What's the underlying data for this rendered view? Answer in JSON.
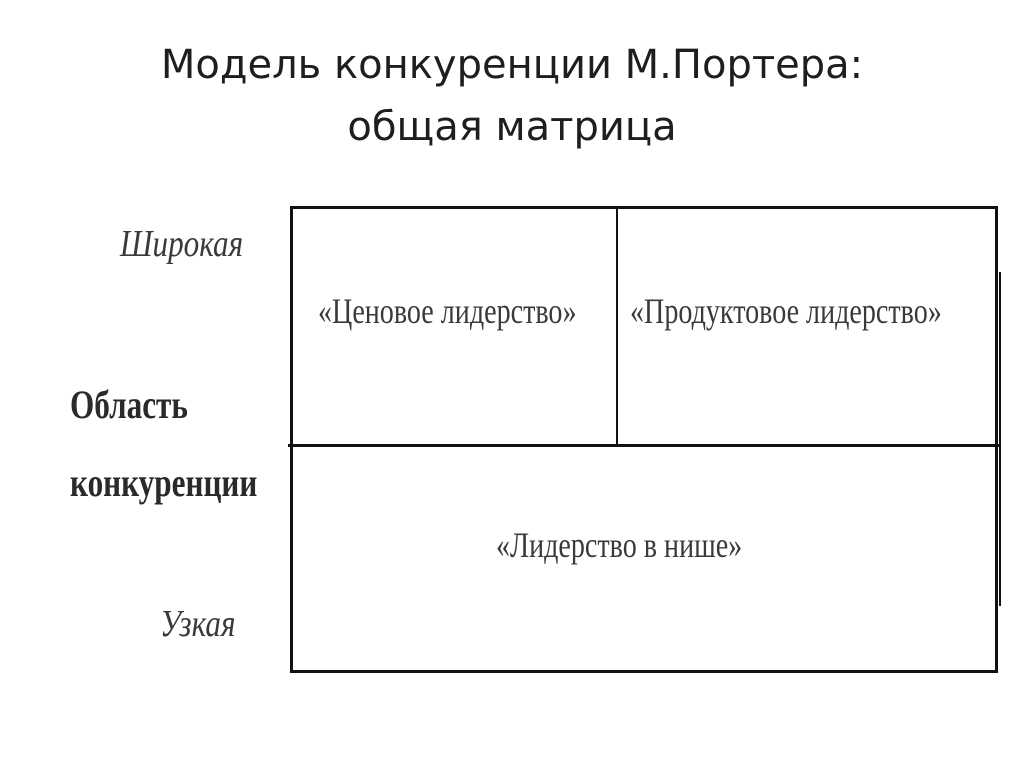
{
  "title": {
    "line1": "Модель конкуренции М.Портера:",
    "line2": "общая матрица"
  },
  "axis": {
    "top_label": "Широкая",
    "bottom_label": "Узкая",
    "title_line1": "Область",
    "title_line2": "конкуренции"
  },
  "matrix": {
    "top_left": "«Ценовое лидерство»",
    "top_right": "«Продуктовое лидерство»",
    "bottom": "«Лидерство в нише»"
  },
  "colors": {
    "background": "#ffffff",
    "lines": "#111111",
    "text": "#3a3a3a"
  }
}
